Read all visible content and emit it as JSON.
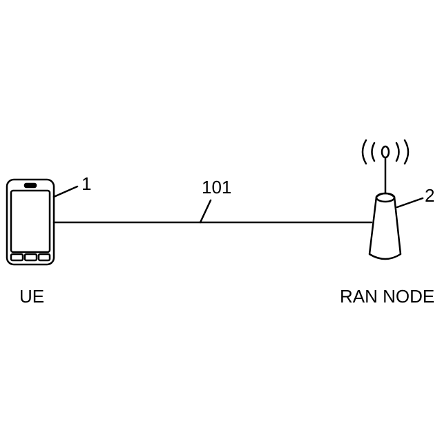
{
  "labels": {
    "ue": "UE",
    "ran_node": "RAN NODE",
    "ref_ue": "1",
    "ref_ran": "2",
    "ref_link": "101"
  }
}
